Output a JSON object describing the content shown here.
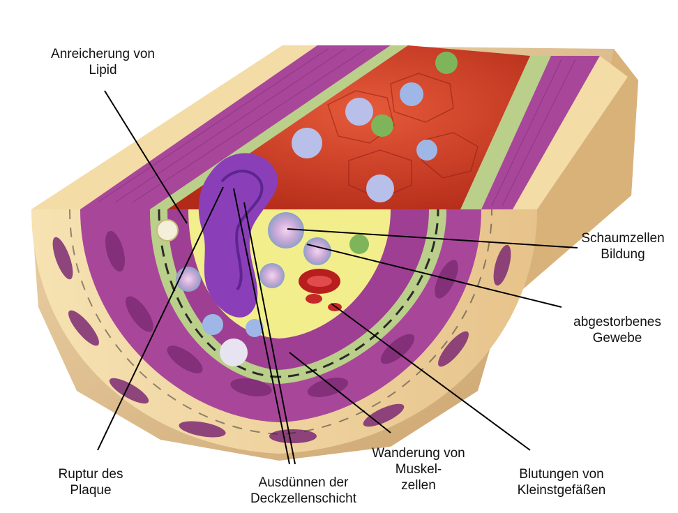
{
  "labels": {
    "lipid": {
      "line1": "Anreicherung von",
      "line2": "Lipid"
    },
    "foam": {
      "line1": "Schaumzellen",
      "line2": "Bildung"
    },
    "necrotic": {
      "line1": "abgestorbenes",
      "line2": "Gewebe"
    },
    "rupture": {
      "line1": "Ruptur des",
      "line2": "Plaque"
    },
    "thinning": {
      "line1": "Ausdünnen der",
      "line2": "Deckzellenschicht"
    },
    "migration": {
      "line1": "Wanderung von",
      "line2": "Muskel-",
      "line3": "zellen"
    },
    "bleeding": {
      "line1": "Blutungen von",
      "line2": "Kleinstgefäßen"
    }
  },
  "colors": {
    "muscle": "#a8479a",
    "muscle_dark": "#7d2b74",
    "adventitia": "#f3dca6",
    "elastic": "#b9cf8a",
    "lumen": "#d9442a",
    "lipid": "#f2ee8c",
    "leader": "#000000"
  }
}
